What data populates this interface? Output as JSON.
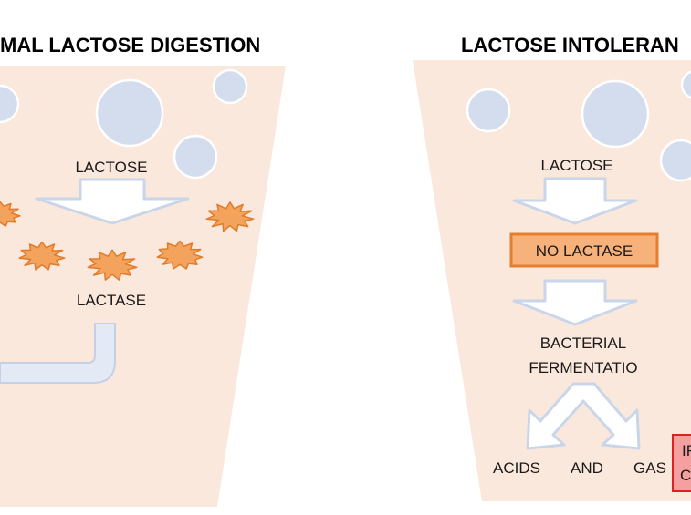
{
  "colors": {
    "panel_fill": "#fbe8dc",
    "bubble_fill": "#d4ddee",
    "bubble_stroke": "#ffffff",
    "arrow_fill": "#ffffff",
    "arrow_stroke": "#c9d6ea",
    "enzyme_fill": "#f4a35c",
    "enzyme_stroke": "#e07b2a",
    "no_lactase_fill": "#f7b17b",
    "no_lactase_stroke": "#e67e30",
    "irritation_fill": "#f4a0a0",
    "irritation_stroke": "#e02020",
    "tube_fill": "#e4eaf5",
    "tube_stroke": "#c4d0e6"
  },
  "left_panel": {
    "title": "MAL LACTOSE DIGESTION",
    "lactose_label": "LACTOSE",
    "lactase_label": "LACTASE"
  },
  "right_panel": {
    "title": "LACTOSE INTOLERAN",
    "lactose_label": "LACTOSE",
    "no_lactase_label": "NO LACTASE",
    "bacterial_line1": "BACTERIAL",
    "bacterial_line2": "FERMENTATIO",
    "acids_label": "ACIDS",
    "and_label": "AND",
    "gas_label": "GAS",
    "irritation_line1": "IF",
    "irritation_line2": "C"
  }
}
